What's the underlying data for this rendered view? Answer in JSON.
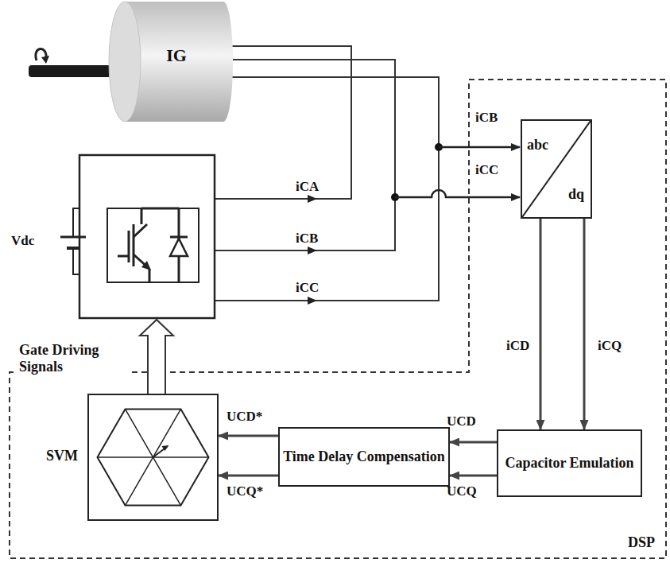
{
  "diagram": {
    "nodes": [
      {
        "text": [
          "IG"
        ]
      },
      {
        "text": [
          "abc",
          "dq"
        ]
      },
      {
        "text": [
          "SVM"
        ]
      },
      {
        "text": [
          "Time Delay Compensation"
        ]
      },
      {
        "text": [
          "Capacitor Emulation"
        ]
      }
    ],
    "edges": [
      {
        "from": 1,
        "to": 4,
        "arrow": "to",
        "label": "iCD"
      },
      {
        "from": 1,
        "to": 4,
        "arrow": "to",
        "label": "iCQ"
      },
      {
        "from": 4,
        "to": 3,
        "arrow": "to",
        "label": "UCD"
      },
      {
        "from": 4,
        "to": 3,
        "arrow": "to",
        "label": "UCQ"
      },
      {
        "from": 3,
        "to": 2,
        "arrow": "to",
        "label": "UCD*"
      },
      {
        "from": 3,
        "to": 2,
        "arrow": "to",
        "label": "UCQ*"
      }
    ],
    "labels": [
      "iCB",
      "iCC",
      "iCA",
      "iCB",
      "iCC",
      "Vdc",
      "Gate Driving Signals",
      "DSP"
    ]
  }
}
